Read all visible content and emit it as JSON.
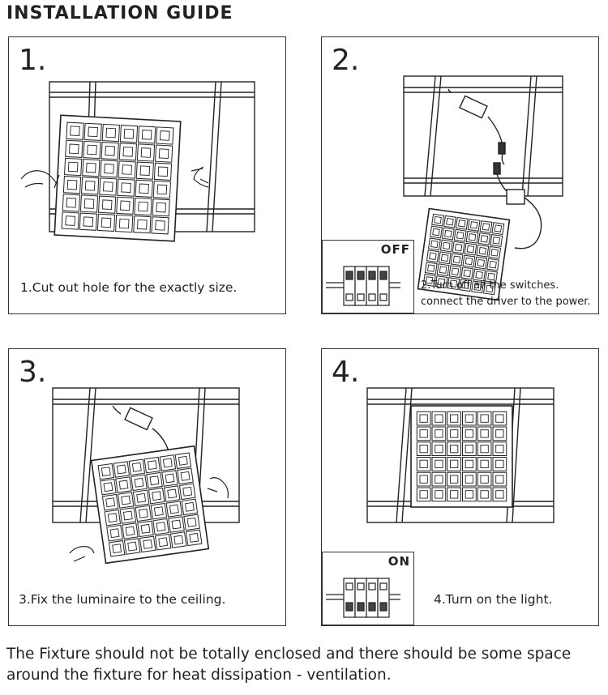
{
  "header": {
    "title": "INSTALLATION GUIDE"
  },
  "steps": [
    {
      "number": "1.",
      "caption": "1.Cut out hole for the exactly size."
    },
    {
      "number": "2.",
      "caption_line1": "2.Turn off all the switches.",
      "caption_line2": "connect the driver to the power.",
      "switch_label": "OFF"
    },
    {
      "number": "3.",
      "caption": "3.Fix the luminaire to the ceiling."
    },
    {
      "number": "4.",
      "caption": "4.Turn on the light.",
      "switch_label": "ON"
    }
  ],
  "footer": {
    "note": "The Fixture should not be totally enclosed and there should be some space around the fixture for heat dissipation - ventilation."
  }
}
